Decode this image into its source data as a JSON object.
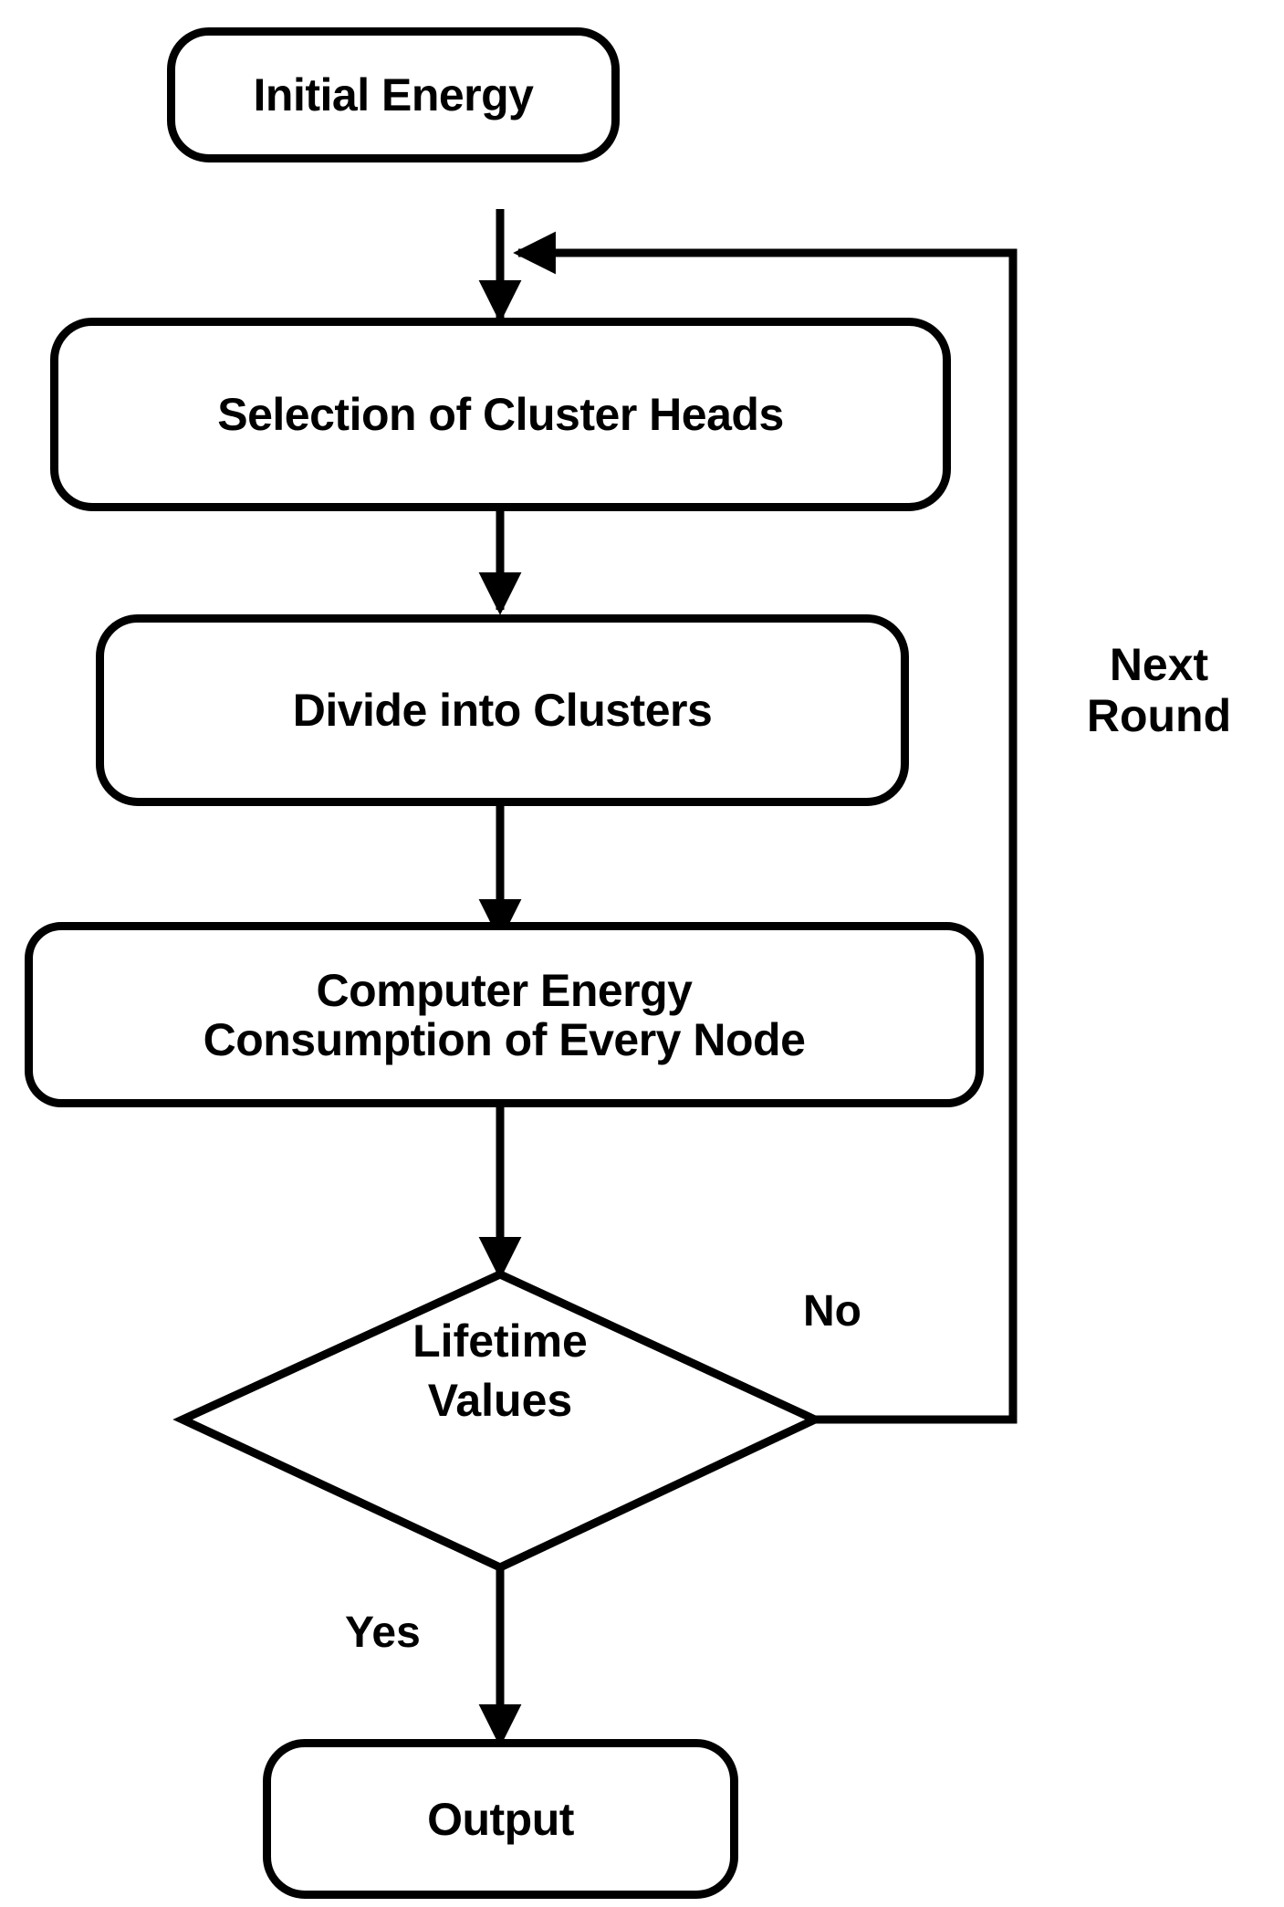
{
  "diagram": {
    "type": "flowchart",
    "title": "Energy-aware clustering round flowchart",
    "stroke_color": "#000000",
    "fill_color": "#ffffff",
    "nodes": [
      {
        "id": "initial-energy",
        "shape": "rounded-rectangle",
        "label": "Initial Energy"
      },
      {
        "id": "selection-of-cluster-heads",
        "shape": "rounded-rectangle",
        "label": "Selection of Cluster Heads"
      },
      {
        "id": "divide-into-clusters",
        "shape": "rounded-rectangle",
        "label": "Divide into Clusters"
      },
      {
        "id": "computer-energy-consumption",
        "shape": "rounded-rectangle",
        "label": "Computer Energy\nConsumption of Every Node"
      },
      {
        "id": "lifetime-values",
        "shape": "diamond",
        "label": "Lifetime\nValues"
      },
      {
        "id": "output",
        "shape": "rounded-rectangle",
        "label": "Output"
      }
    ],
    "edge_labels": {
      "no": "No",
      "yes": "Yes",
      "next_round": "Next\nRound"
    }
  }
}
